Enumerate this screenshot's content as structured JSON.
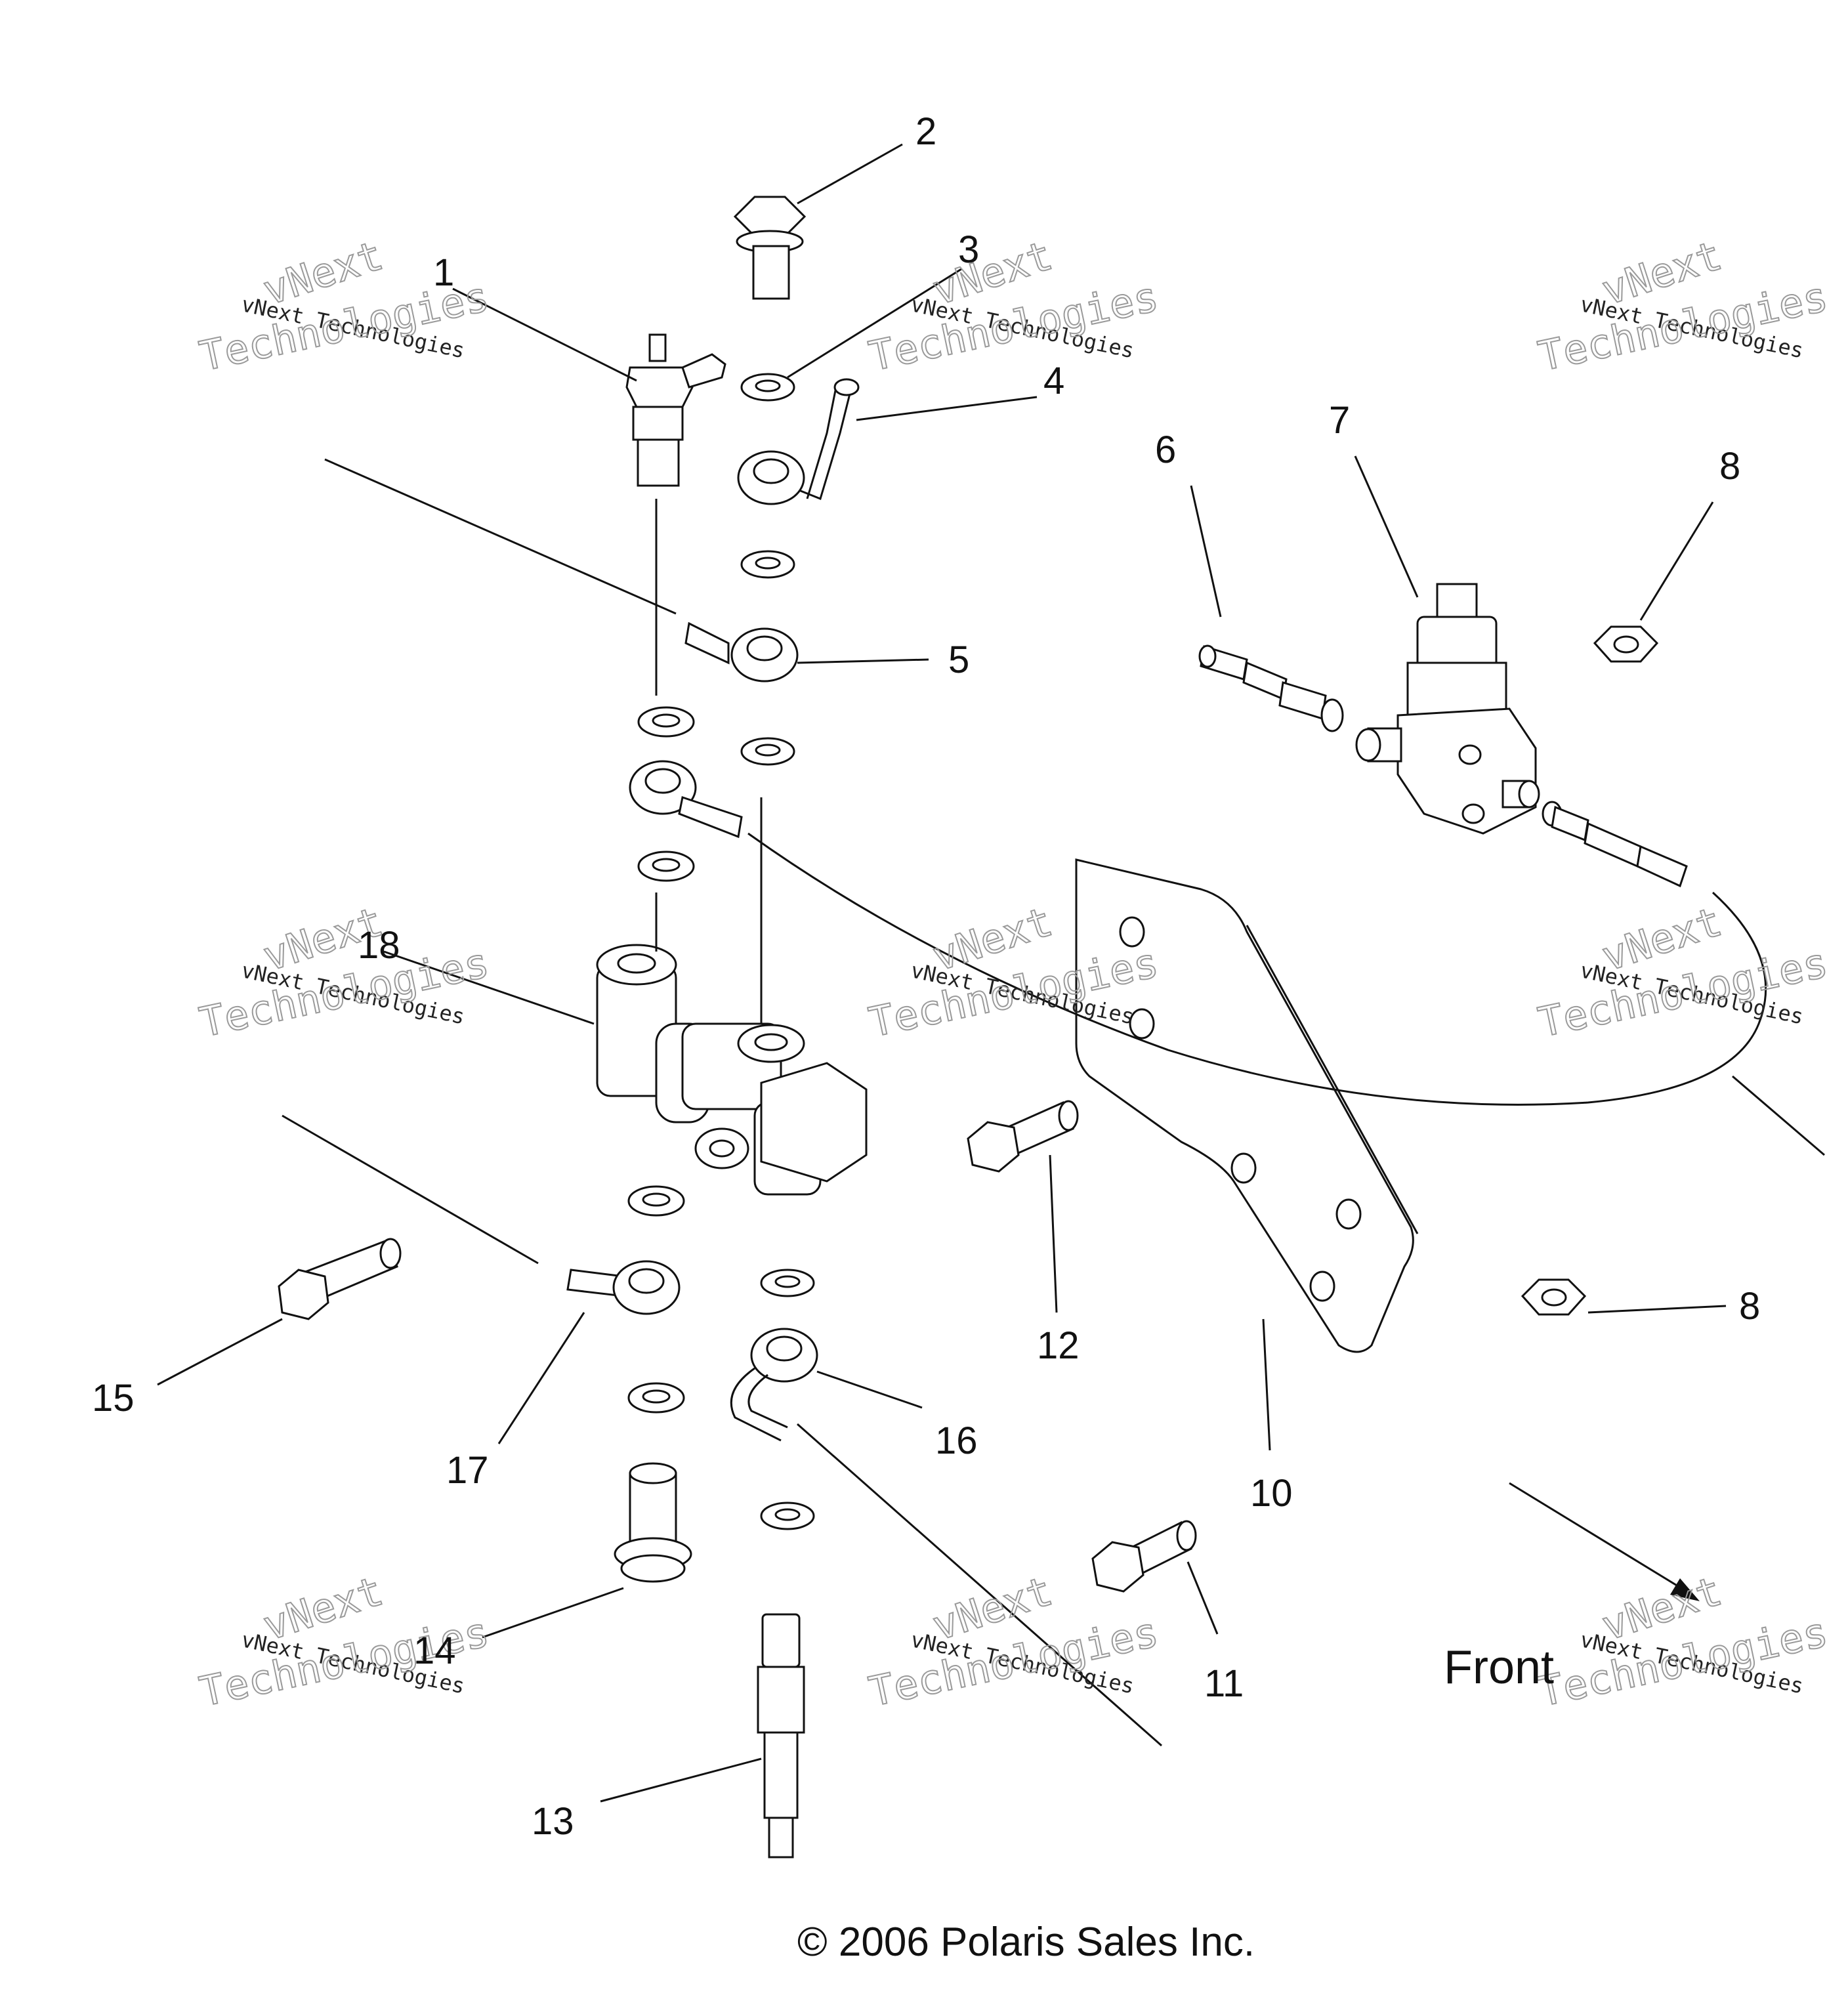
{
  "diagram": {
    "callouts": [
      {
        "id": "1",
        "label": "1"
      },
      {
        "id": "2",
        "label": "2"
      },
      {
        "id": "3",
        "label": "3"
      },
      {
        "id": "4",
        "label": "4"
      },
      {
        "id": "5",
        "label": "5"
      },
      {
        "id": "6",
        "label": "6"
      },
      {
        "id": "7",
        "label": "7"
      },
      {
        "id": "8a",
        "label": "8"
      },
      {
        "id": "8b",
        "label": "8"
      },
      {
        "id": "10",
        "label": "10"
      },
      {
        "id": "11",
        "label": "11"
      },
      {
        "id": "12",
        "label": "12"
      },
      {
        "id": "13",
        "label": "13"
      },
      {
        "id": "14",
        "label": "14"
      },
      {
        "id": "15",
        "label": "15"
      },
      {
        "id": "16",
        "label": "16"
      },
      {
        "id": "17",
        "label": "17"
      },
      {
        "id": "18",
        "label": "18"
      }
    ],
    "direction_label": "Front",
    "copyright": "© 2006 Polaris Sales Inc.",
    "watermark": {
      "line1": "vNext",
      "line2": "vNext Technologies",
      "line3": "Technologies"
    }
  }
}
